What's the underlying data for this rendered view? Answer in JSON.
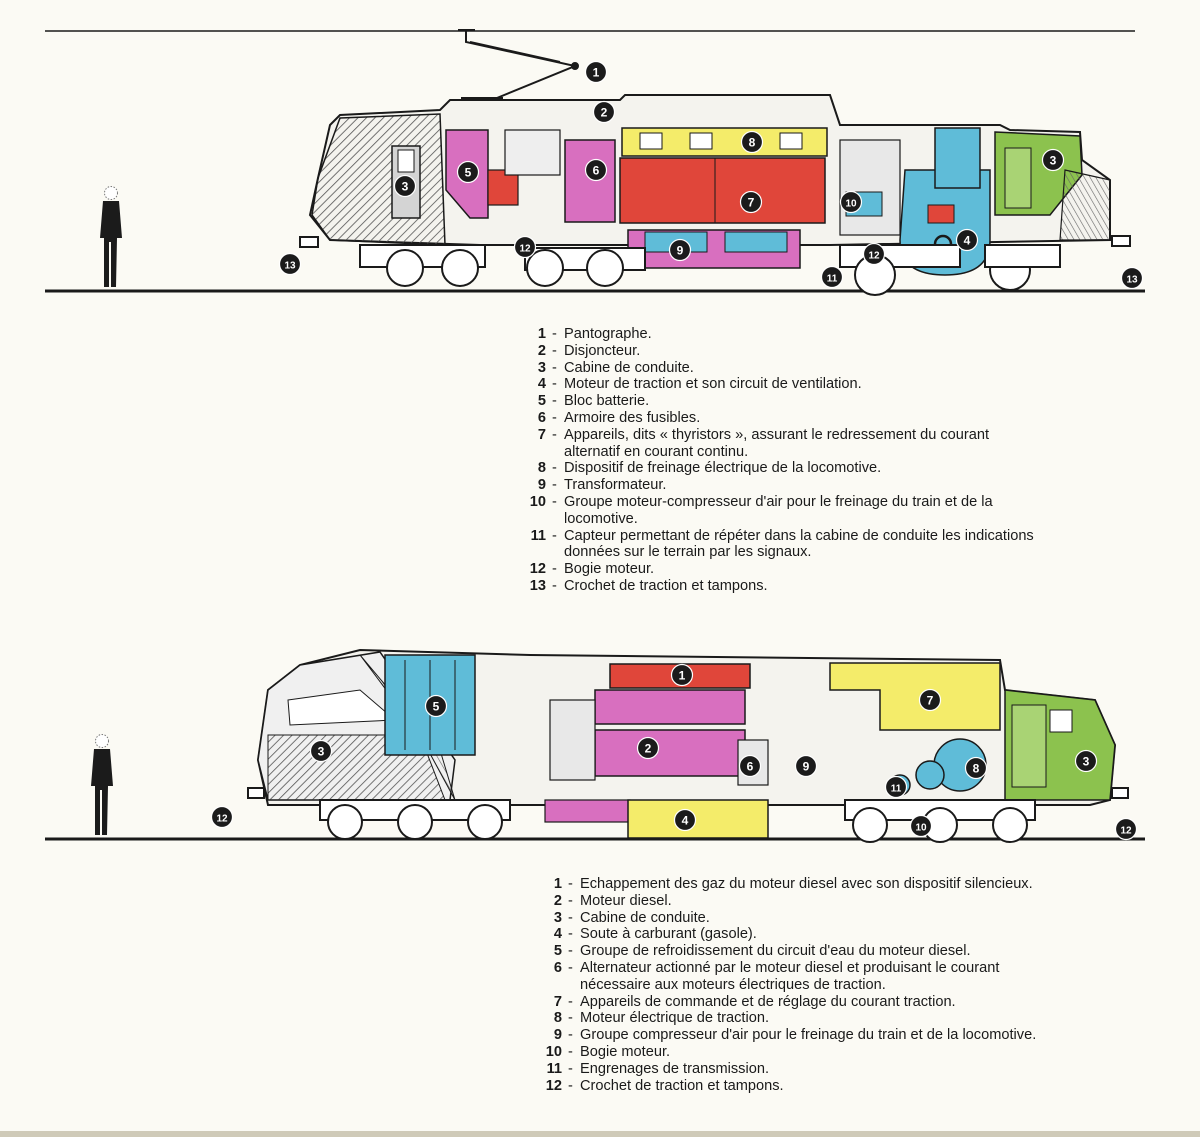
{
  "colors": {
    "background": "#fbfaf4",
    "ink": "#1a1a1a",
    "magenta": "#d86fbf",
    "red": "#e0463a",
    "yellow": "#f4ec6a",
    "cyan": "#5fbcd8",
    "green": "#8cc24e",
    "grey": "#8d8d8d",
    "light_grey": "#c9c9c9",
    "badge": "#1b1b1b"
  },
  "electric_locomotive": {
    "callouts": [
      "1",
      "2",
      "3",
      "4",
      "5",
      "6",
      "7",
      "8",
      "9",
      "10",
      "11",
      "12",
      "13",
      "12",
      "3",
      "13"
    ],
    "legend": [
      {
        "num": "1",
        "text": "Pantographe."
      },
      {
        "num": "2",
        "text": "Disjoncteur."
      },
      {
        "num": "3",
        "text": "Cabine de conduite."
      },
      {
        "num": "4",
        "text": "Moteur de traction et son circuit de ventilation."
      },
      {
        "num": "5",
        "text": "Bloc batterie."
      },
      {
        "num": "6",
        "text": "Armoire des fusibles."
      },
      {
        "num": "7",
        "text": "Appareils, dits « thyristors », assurant le redressement du courant\nalternatif en courant continu."
      },
      {
        "num": "8",
        "text": "Dispositif de freinage électrique de la locomotive."
      },
      {
        "num": "9",
        "text": "Transformateur."
      },
      {
        "num": "10",
        "text": "Groupe moteur-compresseur d'air pour le freinage du train et de la\nlocomotive."
      },
      {
        "num": "11",
        "text": "Capteur permettant de répéter dans la cabine de conduite les indications\ndonnées sur le terrain par les signaux."
      },
      {
        "num": "12",
        "text": "Bogie moteur."
      },
      {
        "num": "13",
        "text": "Crochet de traction et tampons."
      }
    ]
  },
  "diesel_locomotive": {
    "callouts": [
      "1",
      "2",
      "3",
      "4",
      "5",
      "6",
      "7",
      "8",
      "9",
      "10",
      "11",
      "12",
      "3",
      "12"
    ],
    "legend": [
      {
        "num": "1",
        "text": "Echappement des gaz du moteur diesel avec son dispositif silencieux."
      },
      {
        "num": "2",
        "text": "Moteur diesel."
      },
      {
        "num": "3",
        "text": "Cabine de conduite."
      },
      {
        "num": "4",
        "text": "Soute à carburant (gasole)."
      },
      {
        "num": "5",
        "text": "Groupe de refroidissement du circuit d'eau du moteur diesel."
      },
      {
        "num": "6",
        "text": "Alternateur actionné par le moteur diesel et produisant le courant\nnécessaire aux moteurs électriques de traction."
      },
      {
        "num": "7",
        "text": "Appareils de commande et de réglage du courant traction."
      },
      {
        "num": "8",
        "text": "Moteur électrique de traction."
      },
      {
        "num": "9",
        "text": "Groupe compresseur d'air pour le freinage du train et de la locomotive."
      },
      {
        "num": "10",
        "text": "Bogie moteur."
      },
      {
        "num": "11",
        "text": "Engrenages de transmission."
      },
      {
        "num": "12",
        "text": "Crochet de traction et tampons."
      }
    ]
  }
}
